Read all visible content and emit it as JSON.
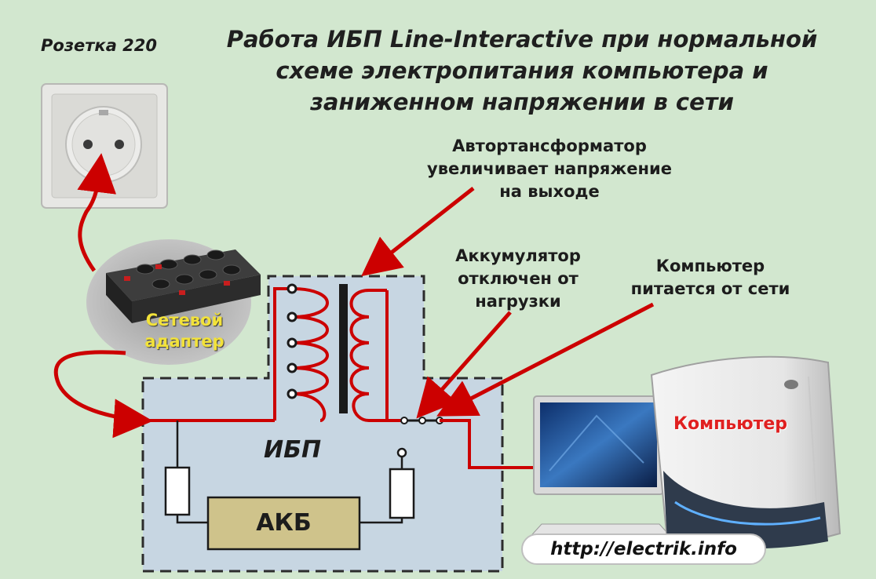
{
  "title": {
    "line1": "Работа ИБП Line-Interactive при нормальной",
    "line2": "схеме электропитания компьютера и",
    "line3": "заниженном напряжении в сети"
  },
  "labels": {
    "outlet": "Розетка 220",
    "adapter_line1": "Сетевой",
    "adapter_line2": "адаптер",
    "autotransformer_line1": "Автортансформатор",
    "autotransformer_line2": "увеличивает напряжение",
    "autotransformer_line3": "на выходе",
    "battery_line1": "Аккумулятор",
    "battery_line2": "отключен от",
    "battery_line3": "нагрузки",
    "computer_power_line1": "Компьютер",
    "computer_power_line2": "питается от сети",
    "ups": "ИБП",
    "akb": "АКБ",
    "computer": "Компьютер"
  },
  "url": "http://electrik.info",
  "colors": {
    "background": "#d2e7cf",
    "ups_body": "#c7d6e2",
    "wire_red": "#cc0000",
    "battery_fill": "#cfc38b",
    "adapter_label": "#f2e23a",
    "computer_label": "#e02020"
  }
}
